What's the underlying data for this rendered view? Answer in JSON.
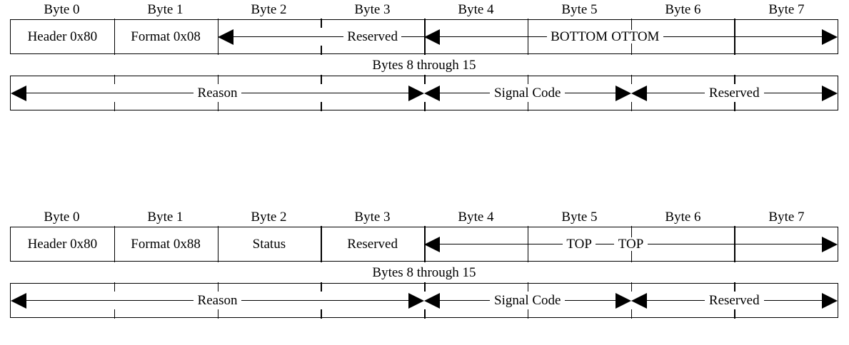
{
  "diagrams": [
    {
      "name": "bottom-packet",
      "byte_headers": [
        "Byte 0",
        "Byte 1",
        "Byte 2",
        "Byte 3",
        "Byte 4",
        "Byte 5",
        "Byte 6",
        "Byte 7"
      ],
      "row0": {
        "cells": [
          {
            "label": "Header 0x80",
            "type": "text",
            "divider": "none"
          },
          {
            "label": "Format 0x08",
            "type": "text",
            "divider": "full"
          },
          {
            "label": "",
            "type": "arrow",
            "divider": "full"
          },
          {
            "label": "Reserved",
            "type": "text",
            "divider": "tick"
          },
          {
            "label": "",
            "type": "arrow",
            "divider": "full"
          },
          {
            "label": "BOTTOM",
            "type": "text",
            "divider": "full"
          },
          {
            "label": "",
            "type": "blank",
            "divider": "full"
          },
          {
            "label": "",
            "type": "blank",
            "divider": "full"
          }
        ],
        "spans": [
          {
            "label": "",
            "start": 2,
            "end": 4,
            "head_left": true,
            "head_right": false,
            "text_at": "none"
          },
          {
            "label": "BOTTOM",
            "start": 4,
            "end": 8,
            "head_left": true,
            "head_right": true,
            "text_at": "byte5"
          }
        ]
      },
      "section_caption": "Bytes 8 through 15",
      "row1": {
        "fields": [
          {
            "label": "Reason",
            "bytes": 4,
            "head_left": true,
            "head_right": true
          },
          {
            "label": "Signal Code",
            "bytes": 2,
            "head_left": true,
            "head_right": true
          },
          {
            "label": "Reserved",
            "bytes": 2,
            "head_left": true,
            "head_right": true
          }
        ]
      }
    },
    {
      "name": "top-packet",
      "byte_headers": [
        "Byte 0",
        "Byte 1",
        "Byte 2",
        "Byte 3",
        "Byte 4",
        "Byte 5",
        "Byte 6",
        "Byte 7"
      ],
      "row0": {
        "cells": [
          {
            "label": "Header 0x80",
            "type": "text",
            "divider": "none"
          },
          {
            "label": "Format 0x88",
            "type": "text",
            "divider": "full"
          },
          {
            "label": "Status",
            "type": "text",
            "divider": "full"
          },
          {
            "label": "Reserved",
            "type": "text",
            "divider": "full"
          },
          {
            "label": "",
            "type": "arrow",
            "divider": "full"
          },
          {
            "label": "TOP",
            "type": "text",
            "divider": "full"
          },
          {
            "label": "",
            "type": "blank",
            "divider": "full"
          },
          {
            "label": "",
            "type": "blank",
            "divider": "full"
          }
        ],
        "spans": [
          {
            "label": "TOP",
            "start": 4,
            "end": 8,
            "head_left": true,
            "head_right": true,
            "text_at": "byte5"
          }
        ]
      },
      "section_caption": "Bytes 8 through 15",
      "row1": {
        "fields": [
          {
            "label": "Reason",
            "bytes": 4,
            "head_left": true,
            "head_right": true
          },
          {
            "label": "Signal Code",
            "bytes": 2,
            "head_left": true,
            "head_right": true
          },
          {
            "label": "Reserved",
            "bytes": 2,
            "head_left": true,
            "head_right": true
          }
        ]
      }
    }
  ]
}
